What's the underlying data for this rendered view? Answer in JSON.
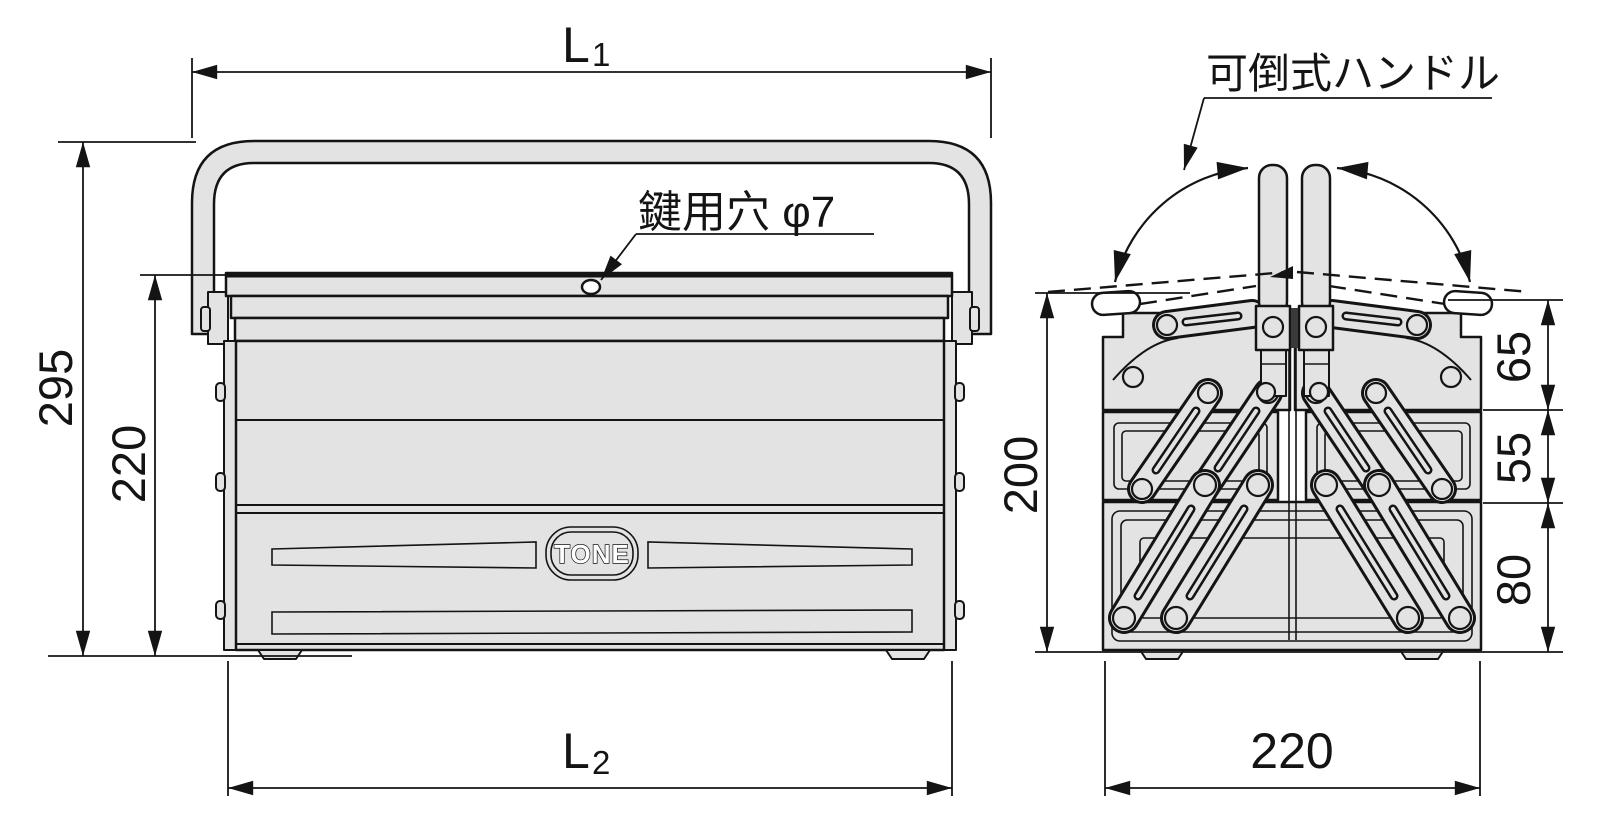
{
  "drawing": {
    "type": "technical-drawing",
    "colors": {
      "part_fill": "#e3e3e3",
      "line": "#141414",
      "background": "#ffffff"
    },
    "front_view": {
      "logo": "TONE",
      "keyhole_label": "鍵用穴 φ7",
      "dims": {
        "overall_width": {
          "main": "L",
          "sub": "1"
        },
        "body_width": {
          "main": "L",
          "sub": "2"
        },
        "overall_height": "295",
        "body_height": "220"
      }
    },
    "side_view": {
      "handle_label": "可倒式ハンドル",
      "dims": {
        "overall_height": "200",
        "top_section": "65",
        "middle_section": "55",
        "bottom_section": "80",
        "depth": "220"
      }
    }
  }
}
